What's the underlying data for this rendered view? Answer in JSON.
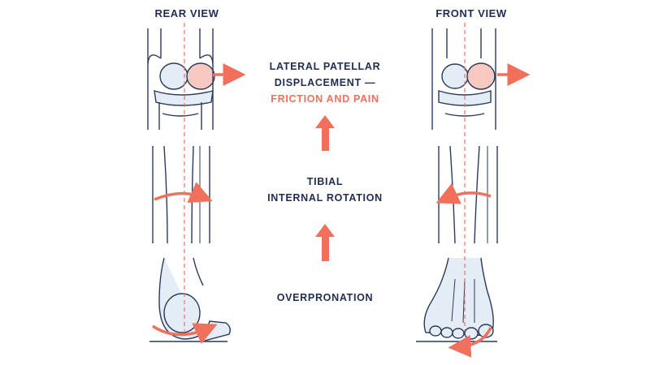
{
  "views": {
    "rear_title": "REAR VIEW",
    "front_title": "FRONT VIEW"
  },
  "captions": {
    "patella_line1": "LATERAL PATELLAR",
    "patella_line2": "DISPLACEMENT —",
    "patella_line3": "FRICTION AND PAIN",
    "tibia_line1": "TIBIAL",
    "tibia_line2": "INTERNAL ROTATION",
    "foot": "OVERPRONATION"
  },
  "colors": {
    "ink": "#1f2d52",
    "accent": "#f0705c",
    "bone_fill": "#e4ecf6",
    "bone_stroke": "#2a3a5e",
    "patella_fill": "#f7c9c0"
  }
}
